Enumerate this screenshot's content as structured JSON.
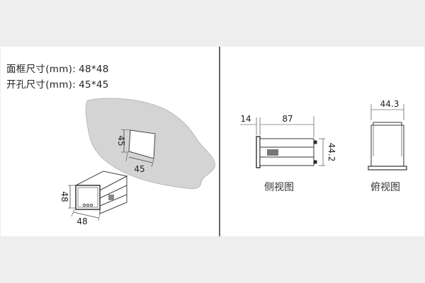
{
  "specs": [
    {
      "label": "面框尺寸(mm):",
      "value": "48*48"
    },
    {
      "label": "开孔尺寸(mm):",
      "value": "45*45"
    }
  ],
  "cutout": {
    "height": "45",
    "width": "45"
  },
  "front": {
    "height": "48",
    "width": "48"
  },
  "side_view": {
    "caption": "侧视图",
    "front_depth": "14",
    "body_depth": "87",
    "height": "44.2"
  },
  "top_view": {
    "caption": "俯视图",
    "width": "44.3"
  },
  "colors": {
    "panel": "#d4d4d4",
    "line": "#444444",
    "divider": "#666666",
    "margin": "#eeeeee"
  }
}
